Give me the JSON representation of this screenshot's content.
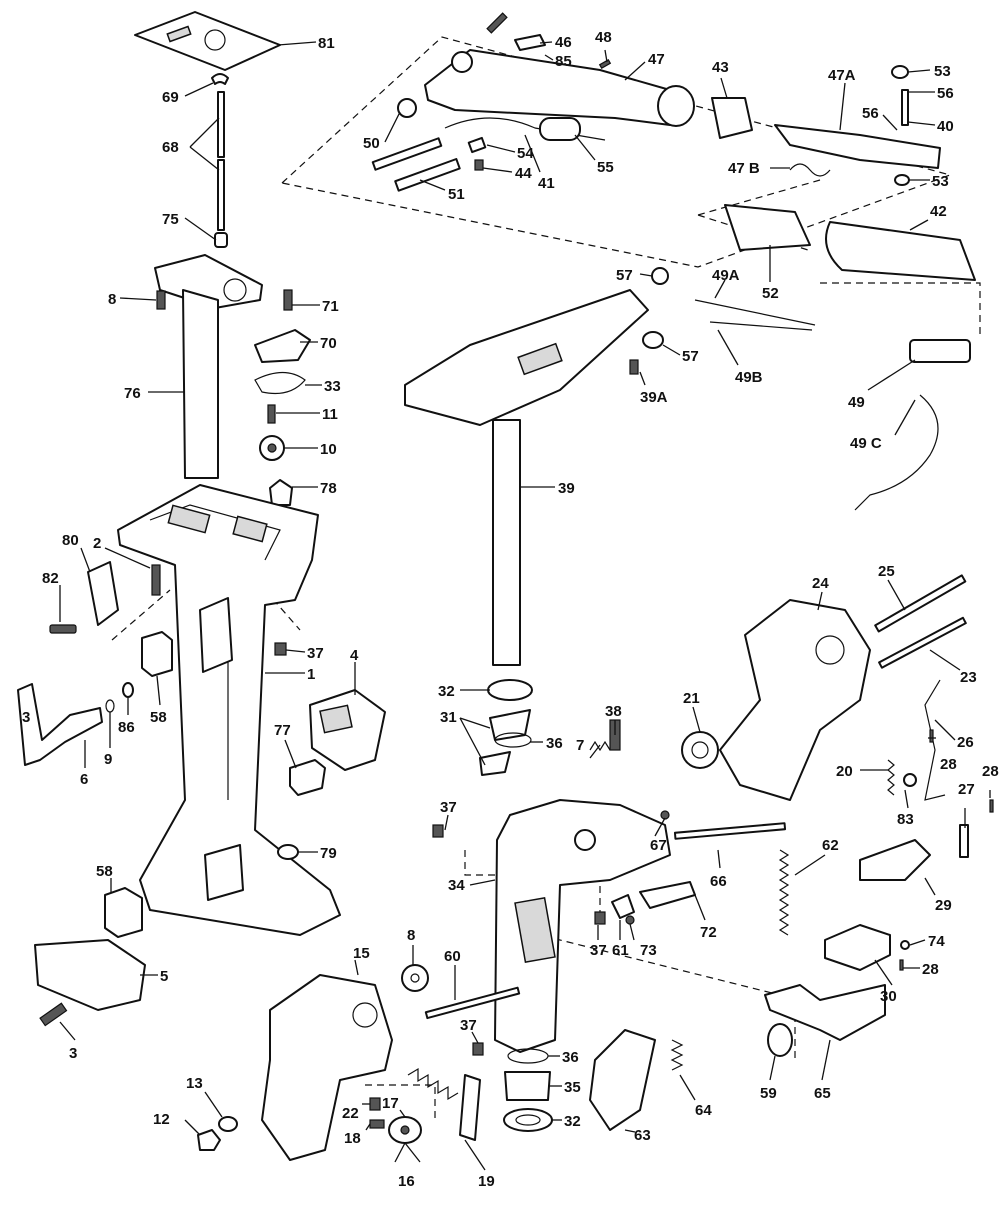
{
  "callouts": [
    {
      "id": "c81",
      "text": "81"
    },
    {
      "id": "c69",
      "text": "69"
    },
    {
      "id": "c68",
      "text": "68"
    },
    {
      "id": "c75",
      "text": "75"
    },
    {
      "id": "c8a",
      "text": "8"
    },
    {
      "id": "c71",
      "text": "71"
    },
    {
      "id": "c70",
      "text": "70"
    },
    {
      "id": "c33",
      "text": "33"
    },
    {
      "id": "c76",
      "text": "76"
    },
    {
      "id": "c11",
      "text": "11"
    },
    {
      "id": "c10",
      "text": "10"
    },
    {
      "id": "c78",
      "text": "78"
    },
    {
      "id": "c80",
      "text": "80"
    },
    {
      "id": "c2",
      "text": "2"
    },
    {
      "id": "c82",
      "text": "82"
    },
    {
      "id": "c37a",
      "text": "37"
    },
    {
      "id": "c1",
      "text": "1"
    },
    {
      "id": "c58a",
      "text": "58"
    },
    {
      "id": "c86",
      "text": "86"
    },
    {
      "id": "c9",
      "text": "9"
    },
    {
      "id": "c6",
      "text": "6"
    },
    {
      "id": "c4",
      "text": "4"
    },
    {
      "id": "c77",
      "text": "77"
    },
    {
      "id": "c79",
      "text": "79"
    },
    {
      "id": "c58b",
      "text": "58"
    },
    {
      "id": "c5",
      "text": "5"
    },
    {
      "id": "c3",
      "text": "3"
    },
    {
      "id": "c13",
      "text": "13"
    },
    {
      "id": "c12",
      "text": "12"
    },
    {
      "id": "c46",
      "text": "46"
    },
    {
      "id": "c85",
      "text": "85"
    },
    {
      "id": "c48",
      "text": "48"
    },
    {
      "id": "c47",
      "text": "47"
    },
    {
      "id": "c43",
      "text": "43"
    },
    {
      "id": "c47A",
      "text": "47A"
    },
    {
      "id": "c53a",
      "text": "53"
    },
    {
      "id": "c56a",
      "text": "56"
    },
    {
      "id": "c40",
      "text": "40"
    },
    {
      "id": "c56b",
      "text": "56"
    },
    {
      "id": "c50",
      "text": "50"
    },
    {
      "id": "c54",
      "text": "54"
    },
    {
      "id": "c44",
      "text": "44"
    },
    {
      "id": "c41",
      "text": "41"
    },
    {
      "id": "c55",
      "text": "55"
    },
    {
      "id": "c51",
      "text": "51"
    },
    {
      "id": "c47B",
      "text": "47 B"
    },
    {
      "id": "c53b",
      "text": "53"
    },
    {
      "id": "c42",
      "text": "42"
    },
    {
      "id": "c52",
      "text": "52"
    },
    {
      "id": "c57a",
      "text": "57"
    },
    {
      "id": "c49A",
      "text": "49A"
    },
    {
      "id": "c57b",
      "text": "57"
    },
    {
      "id": "c39A",
      "text": "39A"
    },
    {
      "id": "c49B",
      "text": "49B"
    },
    {
      "id": "c49",
      "text": "49"
    },
    {
      "id": "c49C",
      "text": "49 C"
    },
    {
      "id": "c39",
      "text": "39"
    },
    {
      "id": "c24",
      "text": "24"
    },
    {
      "id": "c25",
      "text": "25"
    },
    {
      "id": "c23",
      "text": "23"
    },
    {
      "id": "c21",
      "text": "21"
    },
    {
      "id": "c26",
      "text": "26"
    },
    {
      "id": "c28a",
      "text": "28"
    },
    {
      "id": "c20",
      "text": "20"
    },
    {
      "id": "c83",
      "text": "83"
    },
    {
      "id": "c27",
      "text": "27"
    },
    {
      "id": "c28b",
      "text": "28"
    },
    {
      "id": "c32a",
      "text": "32"
    },
    {
      "id": "c31",
      "text": "31"
    },
    {
      "id": "c36a",
      "text": "36"
    },
    {
      "id": "c7",
      "text": "7"
    },
    {
      "id": "c38",
      "text": "38"
    },
    {
      "id": "c37b",
      "text": "37"
    },
    {
      "id": "c34",
      "text": "34"
    },
    {
      "id": "c67",
      "text": "67"
    },
    {
      "id": "c66",
      "text": "66"
    },
    {
      "id": "c62",
      "text": "62"
    },
    {
      "id": "c29",
      "text": "29"
    },
    {
      "id": "c37c",
      "text": "37"
    },
    {
      "id": "c61",
      "text": "61"
    },
    {
      "id": "c73",
      "text": "73"
    },
    {
      "id": "c72",
      "text": "72"
    },
    {
      "id": "c74",
      "text": "74"
    },
    {
      "id": "c28c",
      "text": "28"
    },
    {
      "id": "c30",
      "text": "30"
    },
    {
      "id": "c15",
      "text": "15"
    },
    {
      "id": "c8b",
      "text": "8"
    },
    {
      "id": "c60",
      "text": "60"
    },
    {
      "id": "c37d",
      "text": "37"
    },
    {
      "id": "c36b",
      "text": "36"
    },
    {
      "id": "c35",
      "text": "35"
    },
    {
      "id": "c32b",
      "text": "32"
    },
    {
      "id": "c22",
      "text": "22"
    },
    {
      "id": "c17",
      "text": "17"
    },
    {
      "id": "c18",
      "text": "18"
    },
    {
      "id": "c16",
      "text": "16"
    },
    {
      "id": "c19",
      "text": "19"
    },
    {
      "id": "c63",
      "text": "63"
    },
    {
      "id": "c64",
      "text": "64"
    },
    {
      "id": "c59",
      "text": "59"
    },
    {
      "id": "c65",
      "text": "65"
    }
  ],
  "part_marks": {
    "lever_badge": "3"
  }
}
